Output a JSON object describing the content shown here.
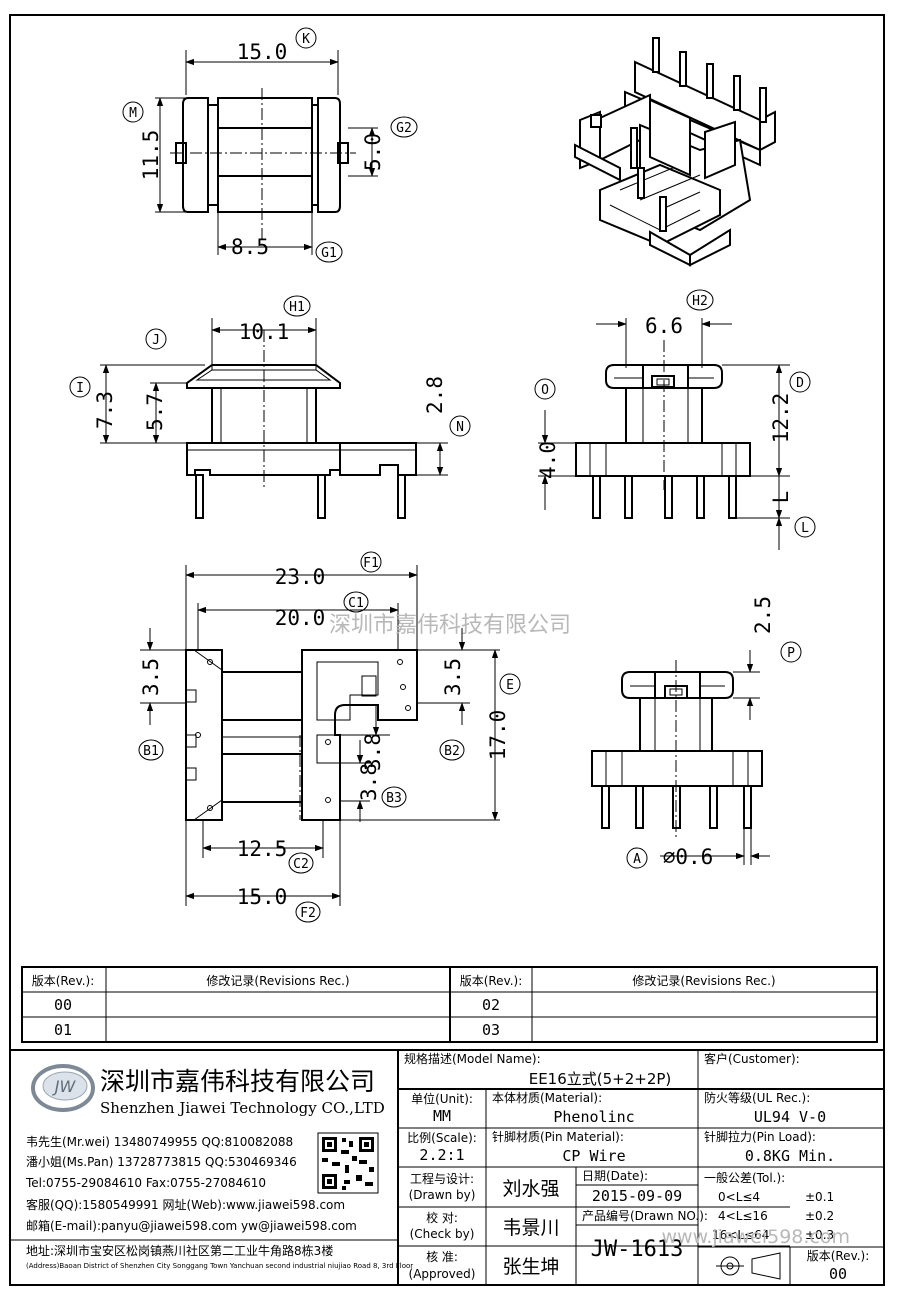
{
  "views": {
    "top": {
      "dims": {
        "width": "15.0",
        "height": "11.5",
        "pin_span": "5.0",
        "base": "8.5"
      },
      "labels": {
        "width": "K",
        "height": "M",
        "pin_span": "G2",
        "base": "G1"
      }
    },
    "front": {
      "dims": {
        "top_width": "10.1",
        "overall": "7.3",
        "flange": "5.7",
        "base": "2.8"
      },
      "labels": {
        "top_width": "H1",
        "overall": "I",
        "flange": "J",
        "base": "N"
      }
    },
    "side": {
      "dims": {
        "top_width": "6.6",
        "height": "12.2",
        "base": "4.0",
        "pin": "L"
      },
      "labels": {
        "top_width": "H2",
        "height": "D",
        "base": "O",
        "pin": "L"
      }
    },
    "bottom": {
      "dims": {
        "outer": "23.0",
        "inner": "20.0",
        "left_pitch": "3.5",
        "right_pitch": "3.5",
        "height": "17.0",
        "mid": "3.8",
        "lower": "3.8",
        "inner_bottom": "12.5",
        "outer_bottom": "15.0"
      },
      "labels": {
        "outer": "F1",
        "inner": "C1",
        "left_pitch": "B1",
        "height": "E",
        "mid": "B2",
        "lower": "B3",
        "inner_bottom": "C2",
        "outer_bottom": "F2"
      }
    },
    "pin_view": {
      "dims": {
        "top": "2.5",
        "pin_dia": "⌀0.6"
      },
      "labels": {
        "top": "P",
        "pin_dia": "A"
      }
    }
  },
  "revisions": {
    "header_rev": "版本(Rev.):",
    "header_rec": "修改记录(Revisions Rec.)",
    "left_rows": [
      "00",
      "01"
    ],
    "right_rows": [
      "02",
      "03"
    ]
  },
  "company": {
    "name_cn": "深圳市嘉伟科技有限公司",
    "name_en": "Shenzhen Jiawei Technology CO.,LTD",
    "logo_text": "JW",
    "contacts": [
      "韦先生(Mr.wei) 13480749955 QQ:810082088",
      "潘小姐(Ms.Pan) 13728773815 QQ:530469346",
      "Tel:0755-29084610        Fax:0755-27084610",
      "客服(QQ):1580549991   网址(Web):www.jiawei598.com",
      "邮箱(E-mail):panyu@jiawei598.com  yw@jiawei598.com"
    ],
    "address_cn": "地址:深圳市宝安区松岗镇燕川社区第二工业牛角路8栋3楼",
    "address_en": "(Address)Baoan District of Shenzhen City Songgang Town Yanchuan  second industrial niujiao Road 8, 3rd Floor"
  },
  "titleblock": {
    "model_label": "规格描述(Model Name):",
    "model_value": "EE16立式(5+2+2P)",
    "customer_label": "客户(Customer):",
    "unit_label": "单位(Unit):",
    "unit_value": "MM",
    "material_label": "本体材质(Material):",
    "material_value": "Phenolinc",
    "ul_label": "防火等级(UL Rec.):",
    "ul_value": "UL94 V-0",
    "scale_label": "比例(Scale):",
    "scale_value": "2.2:1",
    "pin_material_label": "针脚材质(Pin Material):",
    "pin_material_value": "CP Wire",
    "pin_load_label": "针脚拉力(Pin Load):",
    "pin_load_value": "0.8KG Min.",
    "drawn_label_cn": "工程与设计:",
    "drawn_label_en": "(Drawn by)",
    "drawn_value": "刘水强",
    "date_label": "日期(Date):",
    "date_value": "2015-09-09",
    "check_label_cn": "校  对:",
    "check_label_en": "(Check by)",
    "check_value": "韦景川",
    "drawn_no_label": "产品编号(Drawn NO.):",
    "drawn_no_value": "JW-1613",
    "approved_label_cn": "核  准:",
    "approved_label_en": "(Approved)",
    "approved_value": "张生坤",
    "tol_label": "一般公差(Tol.):",
    "tolerances": [
      {
        "range": "0<L≤4",
        "value": "±0.1"
      },
      {
        "range": "4<L≤16",
        "value": "±0.2"
      },
      {
        "range": "16<L≤64",
        "value": "±0.3"
      }
    ],
    "rev_label": "版本(Rev.):",
    "rev_value": "00"
  },
  "watermarks": {
    "center": "深圳市嘉伟科技有限公司",
    "corner": "www.jiawei598.com"
  }
}
